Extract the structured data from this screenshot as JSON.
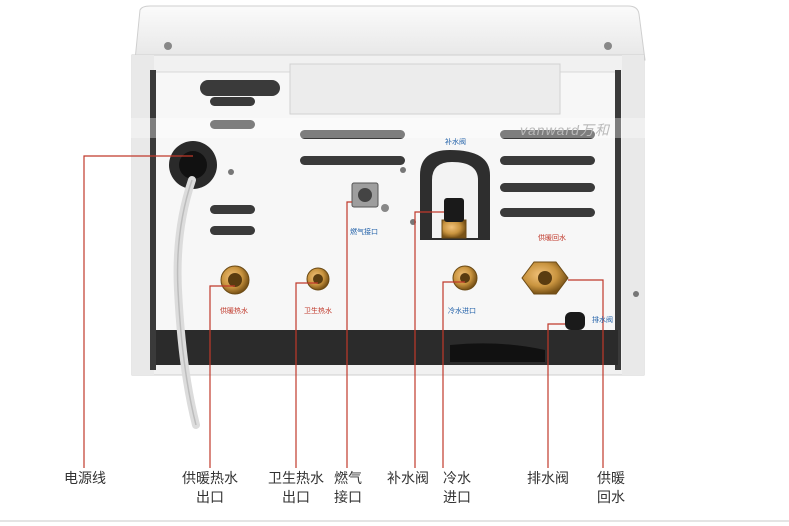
{
  "colors": {
    "leader_line": "#c0392b",
    "label_text": "#333333",
    "panel_label_red": "#c0392b",
    "panel_label_blue": "#1f5fa8",
    "boiler_white": "#f4f4f4",
    "bottom_panel": "#2b2b2b",
    "brass": "#c9943f"
  },
  "annotations": {
    "power_cord": "电源线",
    "heating_outlet": "供暖热水\n出口",
    "sanitary_outlet": "卫生热水\n出口",
    "gas_inlet": "燃气\n接口",
    "fill_valve": "补水阀",
    "cold_inlet": "冷水\n进口",
    "drain_valve": "排水阀",
    "heating_return": "供暖\n回水"
  },
  "panel_labels": {
    "heating_outlet": "供暖热水",
    "sanitary_outlet": "卫生热水",
    "gas_inlet": "燃气接口",
    "fill_valve": "补水阀",
    "cold_inlet": "冷水进口",
    "heating_return": "供暖回水",
    "drain_valve": "排水阀"
  },
  "watermark": "vanward万和"
}
